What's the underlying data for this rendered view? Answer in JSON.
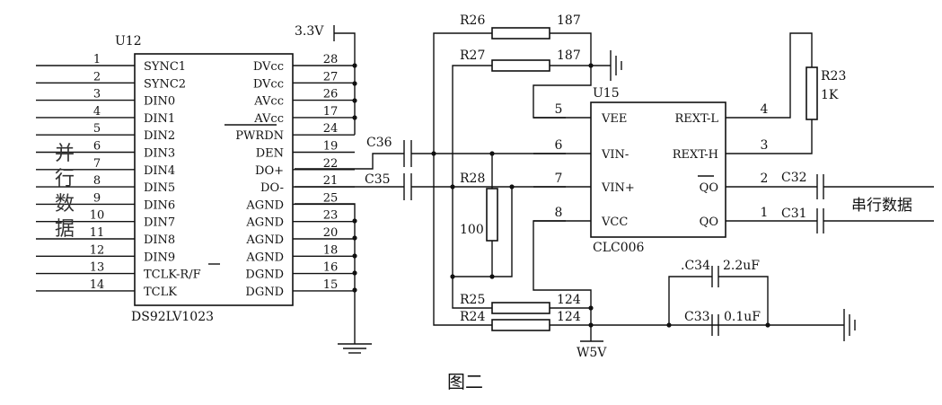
{
  "u12": {
    "ref": "U12",
    "part": "DS92LV1023",
    "left_pins": [
      {
        "num": "1",
        "name": "SYNC1"
      },
      {
        "num": "2",
        "name": "SYNC2"
      },
      {
        "num": "3",
        "name": "DIN0"
      },
      {
        "num": "4",
        "name": "DIN1"
      },
      {
        "num": "5",
        "name": "DIN2"
      },
      {
        "num": "6",
        "name": "DIN3"
      },
      {
        "num": "7",
        "name": "DIN4"
      },
      {
        "num": "8",
        "name": "DIN5"
      },
      {
        "num": "9",
        "name": "DIN6"
      },
      {
        "num": "10",
        "name": "DIN7"
      },
      {
        "num": "11",
        "name": "DIN8"
      },
      {
        "num": "12",
        "name": "DIN9"
      },
      {
        "num": "13",
        "name": "TCLK-R/F"
      },
      {
        "num": "14",
        "name": "TCLK"
      }
    ],
    "right_pins": [
      {
        "num": "28",
        "name": "DVcc"
      },
      {
        "num": "27",
        "name": "DVcc"
      },
      {
        "num": "26",
        "name": "AVcc"
      },
      {
        "num": "17",
        "name": "AVcc"
      },
      {
        "num": "24",
        "name": "PWRDN"
      },
      {
        "num": "19",
        "name": "DEN"
      },
      {
        "num": "22",
        "name": "DO+"
      },
      {
        "num": "21",
        "name": "DO-"
      },
      {
        "num": "25",
        "name": "AGND"
      },
      {
        "num": "23",
        "name": "AGND"
      },
      {
        "num": "20",
        "name": "AGND"
      },
      {
        "num": "18",
        "name": "AGND"
      },
      {
        "num": "16",
        "name": "DGND"
      },
      {
        "num": "15",
        "name": "DGND"
      }
    ]
  },
  "u15": {
    "ref": "U15",
    "part": "CLC006",
    "left_pins": [
      {
        "num": "5",
        "name": "VEE"
      },
      {
        "num": "6",
        "name": "VIN-"
      },
      {
        "num": "7",
        "name": "VIN+"
      },
      {
        "num": "8",
        "name": "VCC"
      }
    ],
    "right_pins": [
      {
        "num": "4",
        "name": "REXT-L"
      },
      {
        "num": "3",
        "name": "REXT-H"
      },
      {
        "num": "2",
        "name": "QO"
      },
      {
        "num": "1",
        "name": "QO"
      }
    ]
  },
  "labels": {
    "supply_33": "3.3V",
    "w5v": "W5V",
    "parallel_data": [
      "并",
      "行",
      "数",
      "据"
    ],
    "serial_data": "串行数据",
    "caption": "图二"
  },
  "components": {
    "r26": {
      "ref": "R26",
      "value": "187"
    },
    "r27": {
      "ref": "R27",
      "value": "187"
    },
    "r28": {
      "ref": "R28",
      "value": "100"
    },
    "r25": {
      "ref": "R25",
      "value": "124"
    },
    "r24": {
      "ref": "R24",
      "value": "124"
    },
    "r23": {
      "ref": "R23",
      "value": "1K"
    },
    "c36": {
      "ref": "C36"
    },
    "c35": {
      "ref": "C35"
    },
    "c32": {
      "ref": "C32"
    },
    "c31": {
      "ref": "C31"
    },
    "c34": {
      "ref": ".C34",
      "value": "2.2uF"
    },
    "c33": {
      "ref": "C33",
      "value": "0.1uF"
    }
  }
}
